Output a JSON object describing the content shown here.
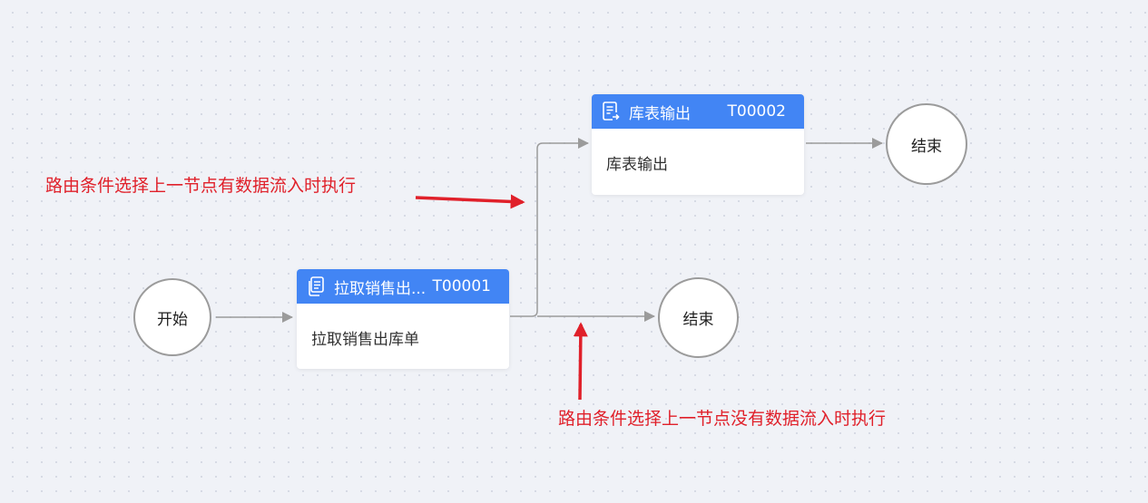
{
  "nodes": {
    "start": {
      "label": "开始"
    },
    "task1": {
      "title": "拉取销售出...",
      "code": "T00001",
      "desc": "拉取销售出库单",
      "icon": "document-copy-icon"
    },
    "task2": {
      "title": "库表输出",
      "code": "T00002",
      "desc": "库表输出",
      "icon": "document-export-icon"
    },
    "end_top": {
      "label": "结束"
    },
    "end_bottom": {
      "label": "结束"
    }
  },
  "annotations": {
    "top": "路由条件选择上一节点有数据流入时执行",
    "bottom": "路由条件选择上一节点没有数据流入时执行"
  },
  "colors": {
    "canvas_bg": "#f0f2f7",
    "node_header": "#4285f4",
    "edge": "#9b9b9b",
    "annotation": "#e0202a"
  }
}
